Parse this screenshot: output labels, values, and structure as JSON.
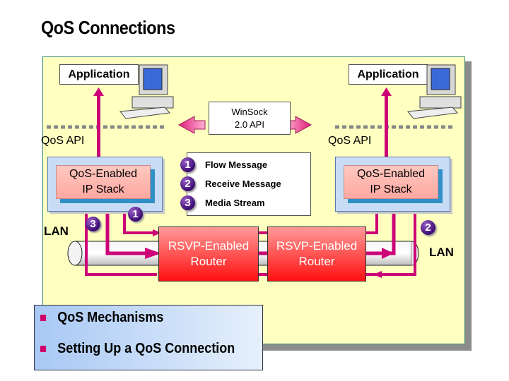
{
  "title": "QoS Connections",
  "diagram": {
    "left_application": "Application",
    "right_application": "Application",
    "left_api": "QoS API",
    "right_api": "QoS API",
    "winsock_line1": "WinSock",
    "winsock_line2": "2.0 API",
    "left_stack_line1": "QoS-Enabled",
    "left_stack_line2": "IP Stack",
    "right_stack_line1": "QoS-Enabled",
    "right_stack_line2": "IP Stack",
    "left_lan": "LAN",
    "right_lan": "LAN",
    "router1_line1": "RSVP-Enabled",
    "router1_line2": "Router",
    "router2_line1": "RSVP-Enabled",
    "router2_line2": "Router",
    "legend": [
      {
        "num": "1",
        "label": "Flow Message"
      },
      {
        "num": "2",
        "label": "Receive Message"
      },
      {
        "num": "3",
        "label": "Media Stream"
      }
    ],
    "markers": {
      "left_flow": "1",
      "left_media": "3",
      "right_receive": "2"
    },
    "colors": {
      "arrow": "#cc0077",
      "panel": "#ffffc0",
      "router": "#ff3030",
      "badge": "#4a1a80"
    }
  },
  "bullets": [
    "QoS Mechanisms",
    "Setting Up a QoS Connection"
  ]
}
